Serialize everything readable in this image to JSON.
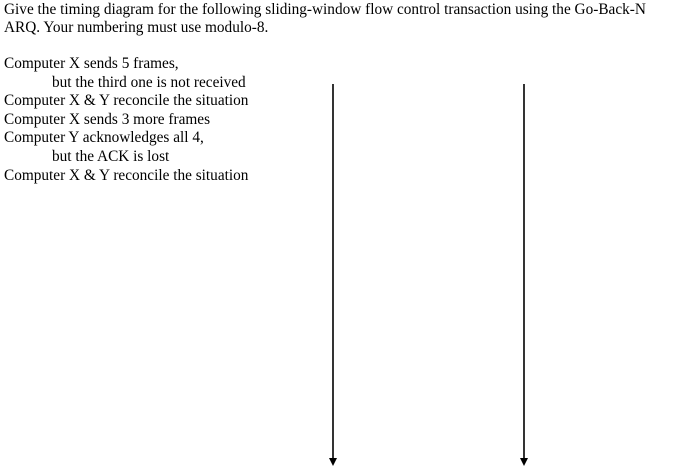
{
  "question": {
    "line1": "Give the timing diagram for the following sliding-window flow control transaction using the Go-Back-N",
    "line2": "ARQ.  Your numbering must use modulo-8."
  },
  "steps": [
    {
      "text": "Computer X sends 5 frames,",
      "indent": false
    },
    {
      "text": "but the third one is not received",
      "indent": true
    },
    {
      "text": "Computer X & Y reconcile the situation",
      "indent": false
    },
    {
      "text": "Computer X sends 3 more frames",
      "indent": false
    },
    {
      "text": "Computer Y acknowledges all 4,",
      "indent": false
    },
    {
      "text": "but the ACK is lost",
      "indent": true
    },
    {
      "text": "Computer X & Y reconcile the situation",
      "indent": false
    }
  ],
  "diagram": {
    "timelines": [
      "computer-x",
      "computer-y"
    ],
    "line_color": "#000000",
    "text_color": "#000000",
    "background": "#ffffff"
  }
}
